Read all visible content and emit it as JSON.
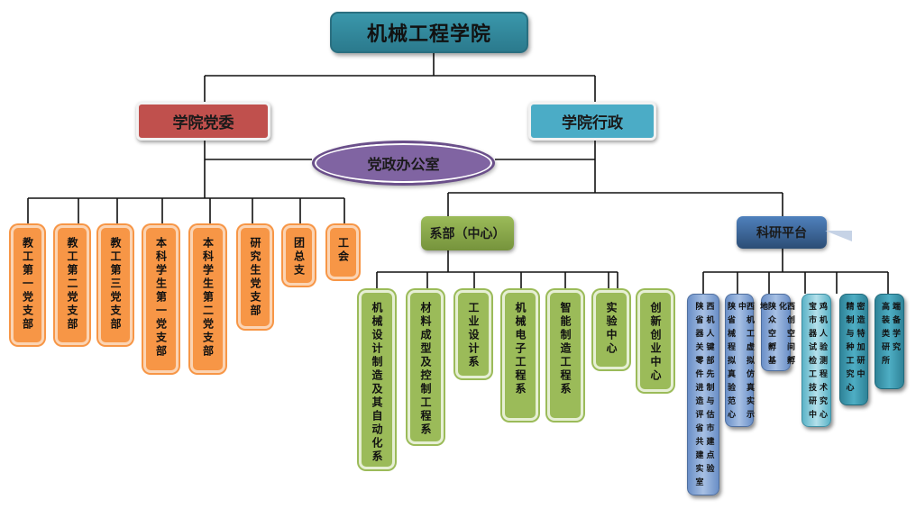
{
  "root": {
    "label": "机械工程学院",
    "color": "#31859c"
  },
  "level1": {
    "party": {
      "label": "学院党委",
      "color": "#c0504d"
    },
    "admin": {
      "label": "学院行政",
      "color": "#4bacc6"
    },
    "office": {
      "label": "党政办公室",
      "color": "#8064a2"
    }
  },
  "party_branches": {
    "color": "#f79646",
    "items": [
      {
        "label": "教工第一党支部"
      },
      {
        "label": "教工第二党支部"
      },
      {
        "label": "教工第三党支部"
      },
      {
        "label": "本科学生第一党支部"
      },
      {
        "label": "本科学生第二党支部"
      },
      {
        "label": "研究生党支部"
      },
      {
        "label": "团总支"
      },
      {
        "label": "工会"
      }
    ]
  },
  "departments": {
    "label": "系部（中心）",
    "color": "#9bbb59",
    "items": [
      {
        "label": "机械设计制造及其自动化系"
      },
      {
        "label": "材料成型及控制工程系"
      },
      {
        "label": "工业设计系"
      },
      {
        "label": "机械电子工程系"
      },
      {
        "label": "智能制造工程系"
      },
      {
        "label": "实验中心"
      },
      {
        "label": "创新创业中心"
      }
    ]
  },
  "research": {
    "label": "科研平台",
    "color": "#4f81bd",
    "items": [
      {
        "right": "西机人键部先制与估市建点验",
        "left": "陕省器关零件进造评省共建实室"
      },
      {
        "right": "西机工虚拟仿真实示中",
        "left": "陕省械程拟真验范心"
      },
      {
        "right": "西创空间孵化",
        "left": "陕众空孵基地"
      },
      {
        "right": "鸡机人验测程术究心",
        "left": "宝市器试检工技研中"
      },
      {
        "right": "密造特加研中",
        "left": "精制与种工究心"
      },
      {
        "right": "端备学究",
        "left": "高装类研所"
      }
    ]
  }
}
